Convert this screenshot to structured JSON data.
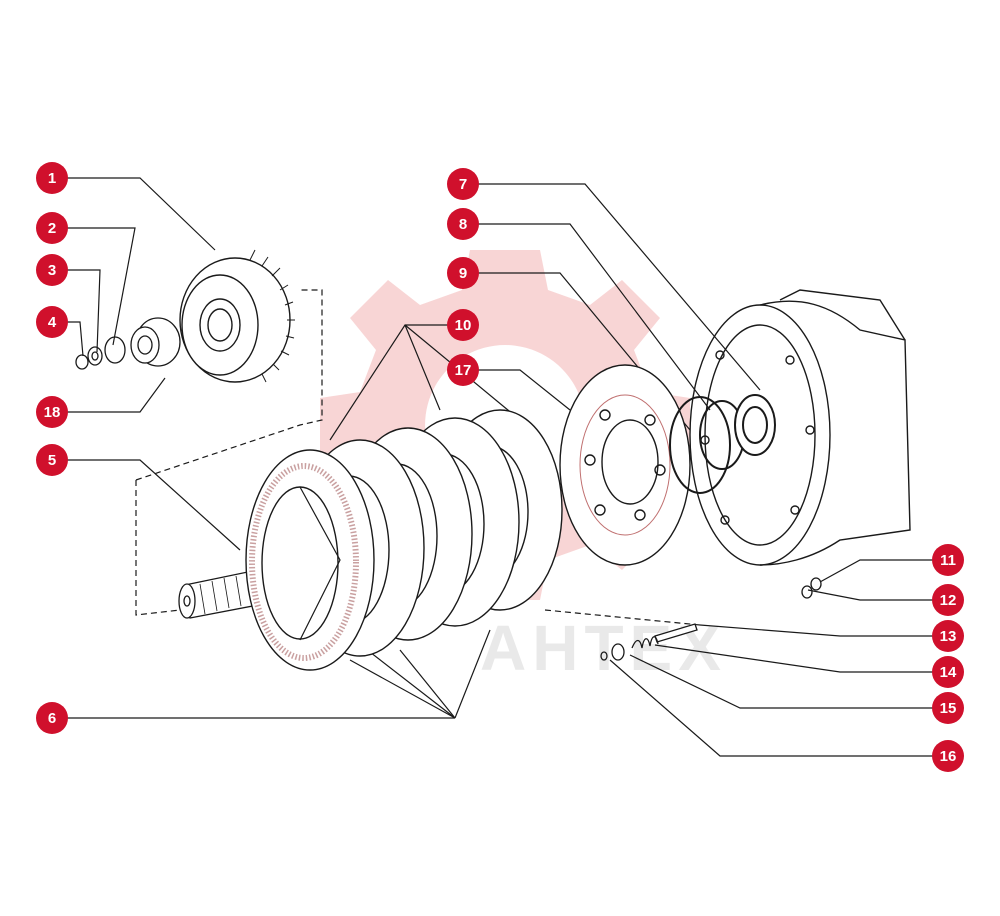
{
  "diagram": {
    "callout_color": "#d0102c",
    "watermark": {
      "text": "AHTEX",
      "color": "#f3b3b3"
    },
    "callouts": [
      {
        "id": "1",
        "label": "1"
      },
      {
        "id": "2",
        "label": "2"
      },
      {
        "id": "3",
        "label": "3"
      },
      {
        "id": "4",
        "label": "4"
      },
      {
        "id": "18",
        "label": "18"
      },
      {
        "id": "5",
        "label": "5"
      },
      {
        "id": "6",
        "label": "6"
      },
      {
        "id": "7",
        "label": "7"
      },
      {
        "id": "8",
        "label": "8"
      },
      {
        "id": "9",
        "label": "9"
      },
      {
        "id": "10",
        "label": "10"
      },
      {
        "id": "17",
        "label": "17"
      },
      {
        "id": "11",
        "label": "11"
      },
      {
        "id": "12",
        "label": "12"
      },
      {
        "id": "13",
        "label": "13"
      },
      {
        "id": "14",
        "label": "14"
      },
      {
        "id": "15",
        "label": "15"
      },
      {
        "id": "16",
        "label": "16"
      }
    ]
  }
}
